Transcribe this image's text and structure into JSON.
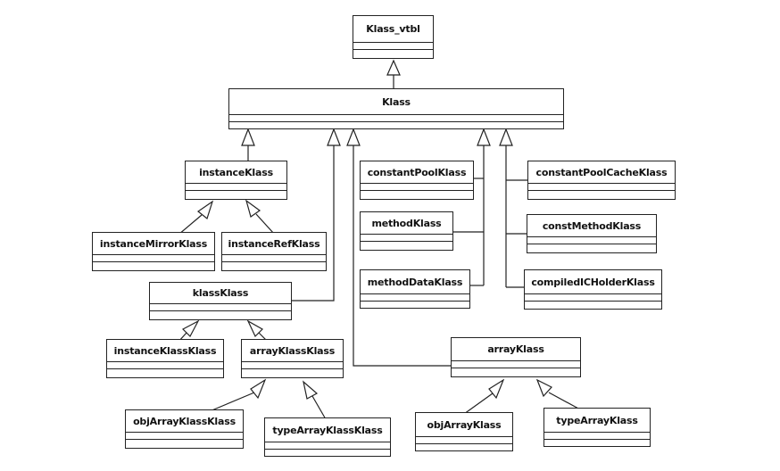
{
  "classes": {
    "klass_vtbl": "Klass_vtbl",
    "klass": "Klass",
    "instance_klass": "instanceKlass",
    "constant_pool_klass": "constantPoolKlass",
    "constant_pool_cache_klass": "constantPoolCacheKlass",
    "method_klass": "methodKlass",
    "const_method_klass": "constMethodKlass",
    "instance_mirror_klass": "instanceMirrorKlass",
    "instance_ref_klass": "instanceRefKlass",
    "method_data_klass": "methodDataKlass",
    "compiled_ic_holder_klass": "compiledICHolderKlass",
    "klass_klass": "klassKlass",
    "instance_klass_klass": "instanceKlassKlass",
    "array_klass_klass": "arrayKlassKlass",
    "array_klass": "arrayKlass",
    "obj_array_klass_klass": "objArrayKlassKlass",
    "type_array_klass_klass": "typeArrayKlassKlass",
    "obj_array_klass": "objArrayKlass",
    "type_array_klass": "typeArrayKlass"
  },
  "relations": [
    {
      "child": "klass",
      "parent": "klass_vtbl"
    },
    {
      "child": "instance_klass",
      "parent": "klass"
    },
    {
      "child": "klass_klass",
      "parent": "klass"
    },
    {
      "child": "array_klass",
      "parent": "klass"
    },
    {
      "child": "constant_pool_klass",
      "parent": "klass"
    },
    {
      "child": "method_klass",
      "parent": "klass"
    },
    {
      "child": "method_data_klass",
      "parent": "klass"
    },
    {
      "child": "constant_pool_cache_klass",
      "parent": "klass"
    },
    {
      "child": "const_method_klass",
      "parent": "klass"
    },
    {
      "child": "compiled_ic_holder_klass",
      "parent": "klass"
    },
    {
      "child": "instance_mirror_klass",
      "parent": "instance_klass"
    },
    {
      "child": "instance_ref_klass",
      "parent": "instance_klass"
    },
    {
      "child": "instance_klass_klass",
      "parent": "klass_klass"
    },
    {
      "child": "array_klass_klass",
      "parent": "klass_klass"
    },
    {
      "child": "obj_array_klass_klass",
      "parent": "array_klass_klass"
    },
    {
      "child": "type_array_klass_klass",
      "parent": "array_klass_klass"
    },
    {
      "child": "obj_array_klass",
      "parent": "array_klass"
    },
    {
      "child": "type_array_klass",
      "parent": "array_klass"
    }
  ]
}
